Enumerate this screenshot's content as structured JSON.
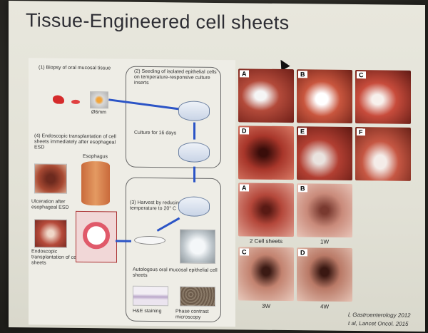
{
  "slide": {
    "title": "Tissue-Engineered  cell sheets"
  },
  "diagram": {
    "step1": "(1) Biopsy of oral mucosal tissue",
    "size_label": "Ø6mm",
    "step2": "(2) Seeding of isolated epithelial cells on temperature-responsive culture inserts",
    "culture": "Culture for 16 days",
    "step4": "(4) Endoscopic transplantation of cell sheets immediately after esophageal ESD",
    "esophagus": "Esophagus",
    "ulceration": "Ulceration after esophageal ESD",
    "endoscopic": "Endoscopic transplantation of cell sheets",
    "step3": "(3) Harvest by reducing temperature to 20° C",
    "autologous": "Autologous oral mucosal epithelial cell sheets",
    "he": "H&E staining",
    "phase": "Phase contrast microscopy"
  },
  "grid": {
    "top": [
      "A",
      "B",
      "C",
      "D",
      "E",
      "F"
    ],
    "bottom": [
      "A",
      "B",
      "C",
      "D"
    ],
    "caps": [
      "2 Cell sheets",
      "1W",
      "3W",
      "4W"
    ]
  },
  "citations": {
    "c1": "l, Gastroenterology 2012",
    "c2": "t al, Lancet Oncol. 2015"
  }
}
